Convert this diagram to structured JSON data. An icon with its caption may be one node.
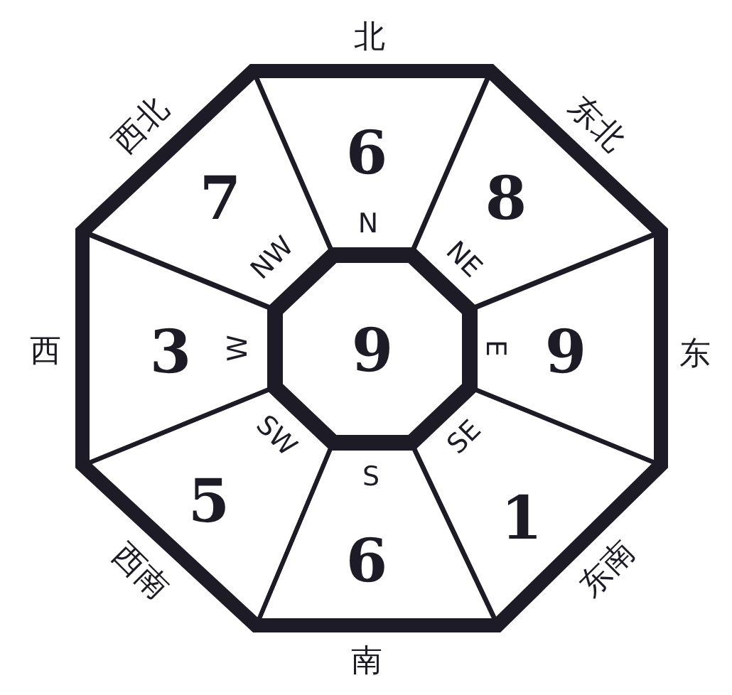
{
  "diagram": {
    "nodes": [
      {
        "text": [
          "6",
          "N"
        ],
        "beside": [
          "北"
        ]
      },
      {
        "text": [
          "西北",
          "7",
          "NW"
        ]
      },
      {
        "text": [
          "东北",
          "8",
          "NE"
        ]
      },
      {
        "text": [
          "3",
          "W"
        ],
        "beside": [
          "西"
        ]
      },
      {
        "text": [
          "9"
        ]
      },
      {
        "text": [
          "E",
          "9"
        ],
        "beside": [
          "东"
        ]
      },
      {
        "text": [
          "SW",
          "5",
          "西南"
        ]
      },
      {
        "text": [
          "SE",
          "1",
          "东南"
        ]
      },
      {
        "text": [
          "S",
          "6"
        ],
        "beside": [
          "南"
        ]
      }
    ]
  }
}
